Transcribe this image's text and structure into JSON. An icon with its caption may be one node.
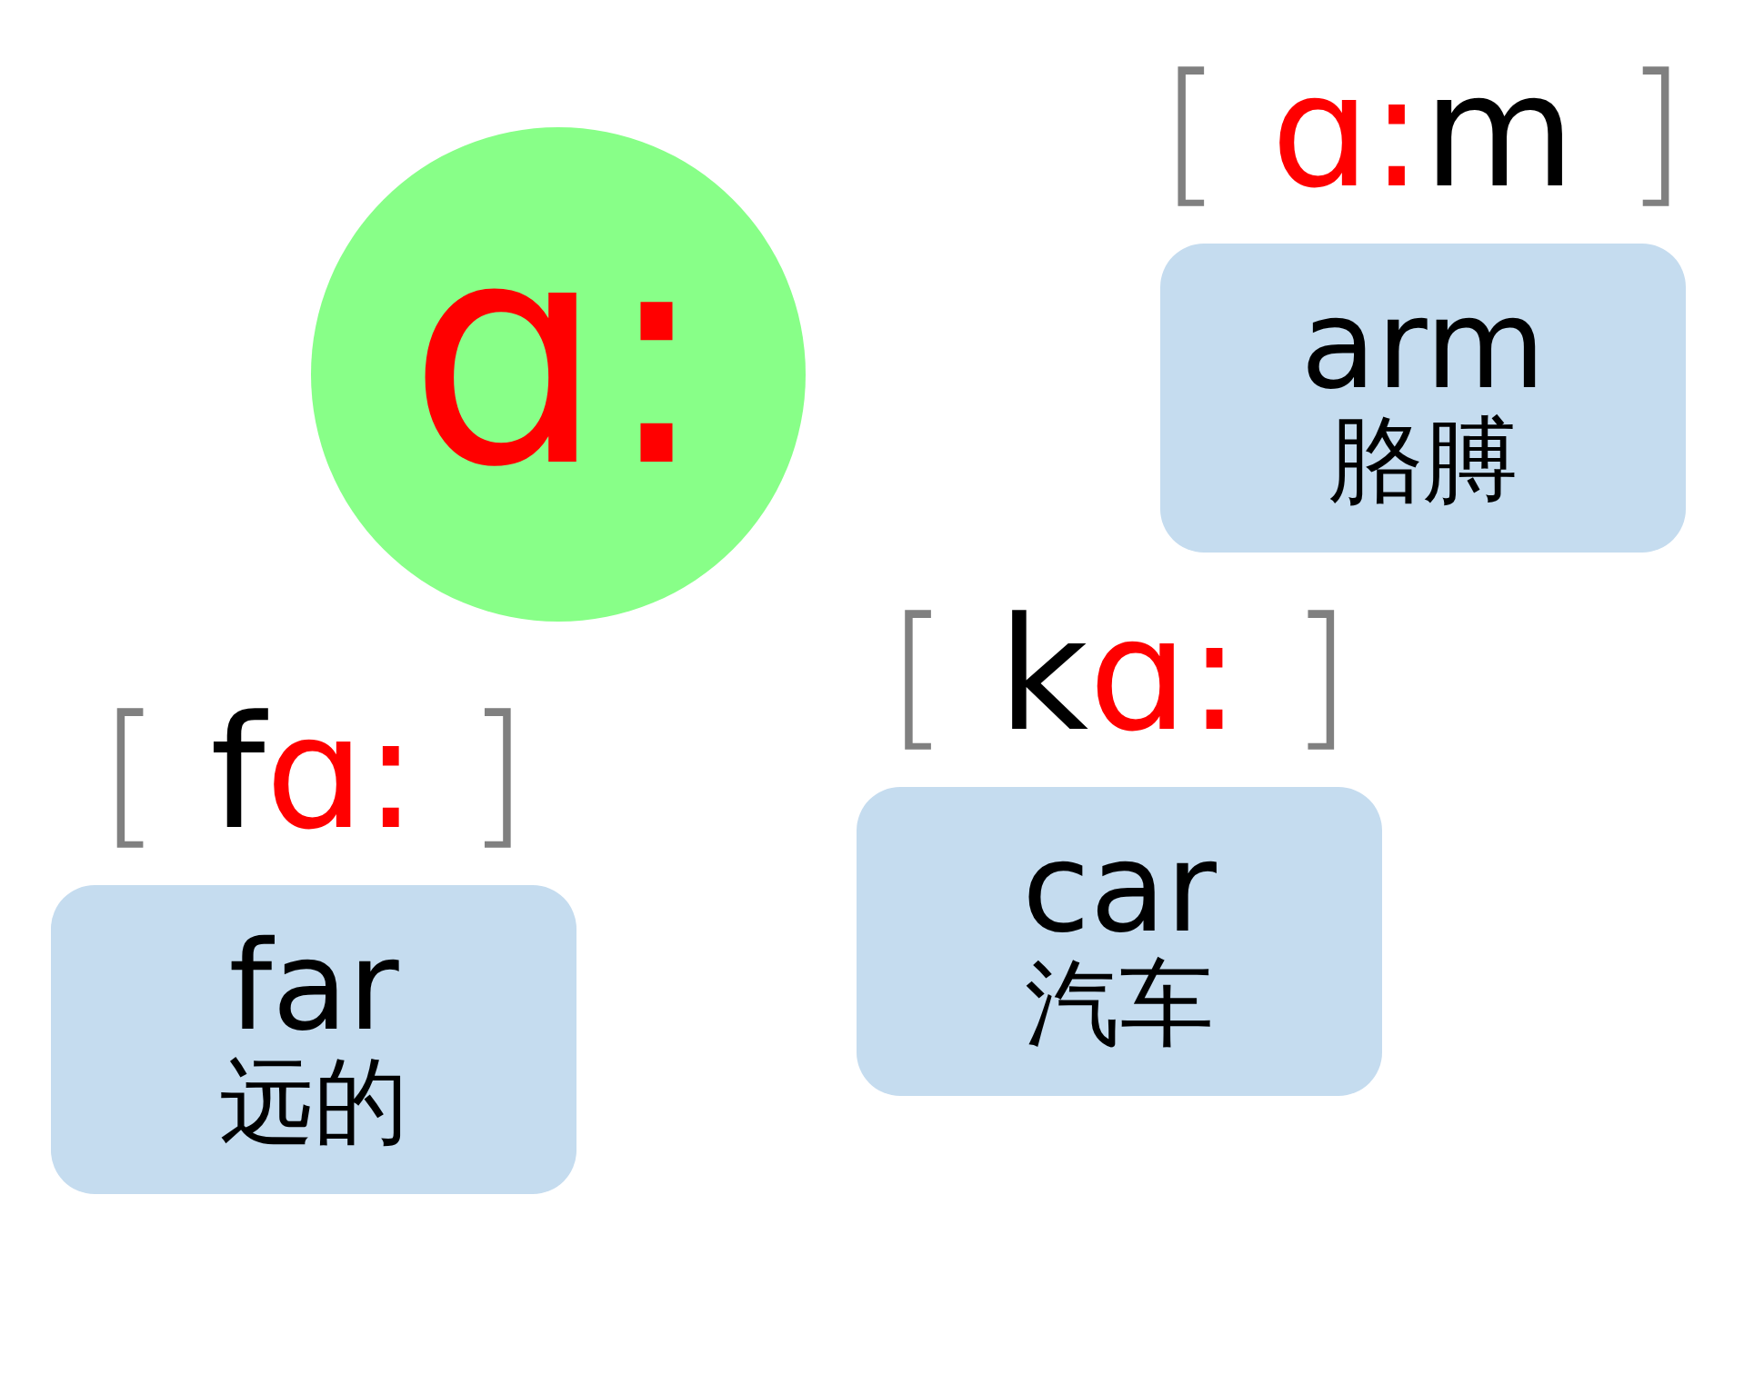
{
  "diagram": {
    "nodes": [
      {
        "text": [
          "ɑ:"
        ]
      },
      {
        "text": [
          "[ ɑ:m ]",
          "arm",
          "胳膊"
        ]
      },
      {
        "text": [
          "[ kɑ: ]",
          "car",
          "汽车"
        ]
      },
      {
        "text": [
          "[ fɑ: ]",
          "far",
          "远的"
        ]
      }
    ],
    "edges": []
  }
}
